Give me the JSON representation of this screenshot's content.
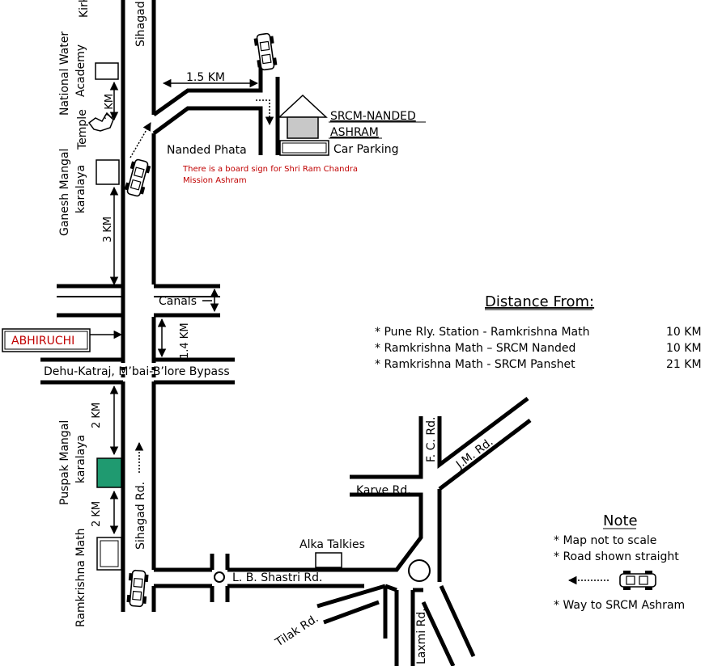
{
  "map": {
    "roads": {
      "sihagad_top": "Sihagad",
      "sihagad_lower": "Sihagad Rd.",
      "bypass": "Dehu-Katraj, M’bai-B’lore Bypass",
      "lb_shastri": "L. B. Shastri Rd.",
      "karve": "Karve Rd.",
      "fc": "F. C. Rd.",
      "jm": "J.M. Rd.",
      "tilak": "Tilak Rd.",
      "laxmi": "Laxmi Rd."
    },
    "places": {
      "kirkatwadi_partial": "Kirk",
      "national_water_academy": [
        "National Water",
        "Academy"
      ],
      "temple": "Temple",
      "ganesh_mangal": [
        "Ganesh Mangal",
        "karalaya"
      ],
      "nanded_phata": "Nanded Phata",
      "srcm_ashram": [
        "SRCM-NANDED",
        "ASHRAM"
      ],
      "car_parking": "Car Parking",
      "canals": "Canals",
      "abhiruchi": "ABHIRUCHI",
      "puspak_mangal": [
        "Puspak Mangal",
        "karalaya"
      ],
      "ramkrishna_math": "Ramkrishna Math",
      "alka_talkies": "Alka Talkies"
    },
    "distances": {
      "nanded_to_ashram": "1.5 KM",
      "academy_to_temple": "2 KM",
      "ganesh_to_canals": "3 KM",
      "canals_to_bypass": "1.4 KM",
      "bypass_to_puspak": "2 KM",
      "puspak_to_math": "2 KM"
    },
    "board_sign": [
      "There is a board sign for Shri Ram Chandra",
      "Mission Ashram"
    ],
    "colors": {
      "abhiruchi": "#c00000",
      "sign_text": "#c00000",
      "puspak_box": "#1f9a70"
    }
  },
  "distance_table": {
    "title": "Distance From:",
    "rows": [
      {
        "from": "* Pune Rly. Station  - Ramkrishna Math",
        "km": "10 KM"
      },
      {
        "from": "* Ramkrishna Math – SRCM Nanded",
        "km": "10 KM"
      },
      {
        "from": "* Ramkrishna Math  - SRCM Panshet",
        "km": "21 KM"
      }
    ]
  },
  "note": {
    "title": "Note",
    "items": [
      "* Map not to scale",
      "* Road shown straight"
    ],
    "legend": "* Way to SRCM Ashram"
  }
}
